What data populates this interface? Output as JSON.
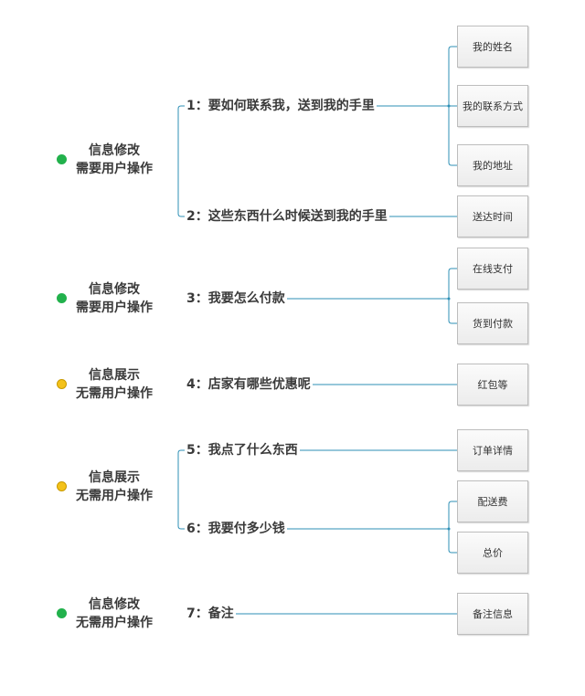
{
  "colors": {
    "line": "#2d8fb5",
    "dot_green": "#22b14c",
    "dot_yellow": "#f4c21a"
  },
  "groups": [
    {
      "status": "green",
      "category": [
        "信息修改",
        "需要用户操作"
      ],
      "questions": [
        {
          "text": "1：要如何联系我，送到我的手里",
          "answers": [
            "我的姓名",
            "我的联系方式",
            "我的地址"
          ]
        },
        {
          "text": "2：这些东西什么时候送到我的手里",
          "answers": [
            "送达时间"
          ]
        }
      ]
    },
    {
      "status": "green",
      "category": [
        "信息修改",
        "需要用户操作"
      ],
      "questions": [
        {
          "text": "3：我要怎么付款",
          "answers": [
            "在线支付",
            "货到付款"
          ]
        }
      ]
    },
    {
      "status": "yellow",
      "category": [
        "信息展示",
        "无需用户操作"
      ],
      "questions": [
        {
          "text": "4：店家有哪些优惠呢",
          "answers": [
            "红包等"
          ]
        }
      ]
    },
    {
      "status": "yellow",
      "category": [
        "信息展示",
        "无需用户操作"
      ],
      "questions": [
        {
          "text": "5：我点了什么东西",
          "answers": [
            "订单详情"
          ]
        },
        {
          "text": "6：我要付多少钱",
          "answers": [
            "配送费",
            "总价"
          ]
        }
      ]
    },
    {
      "status": "green",
      "category": [
        "信息修改",
        "无需用户操作"
      ],
      "questions": [
        {
          "text": "7：备注",
          "answers": [
            "备注信息"
          ]
        }
      ]
    }
  ]
}
